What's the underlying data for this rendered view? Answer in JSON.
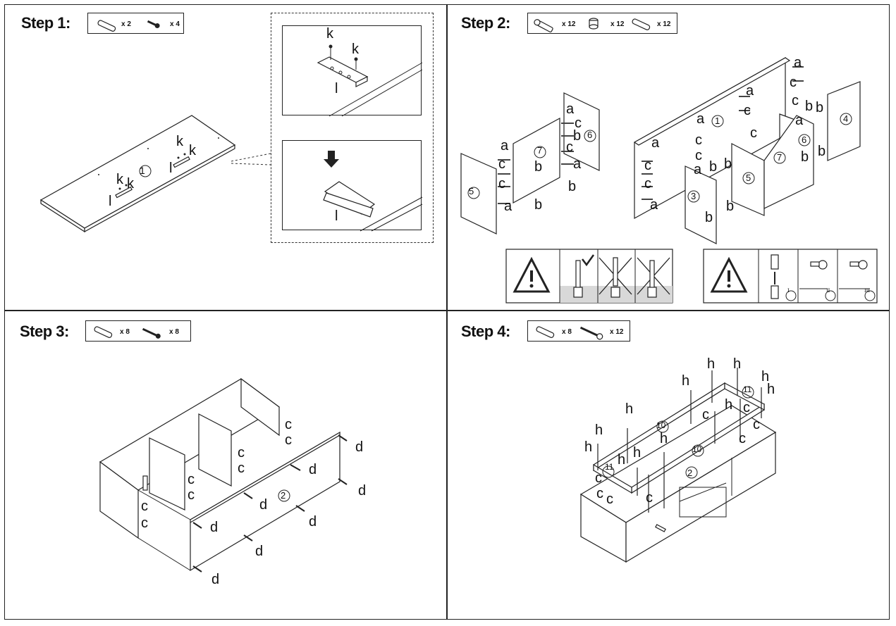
{
  "steps": [
    {
      "title": "Step 1:",
      "parts": [
        {
          "icon": "dowel-icon",
          "qty": "x 2"
        },
        {
          "icon": "screw-icon",
          "qty": "x 4"
        }
      ]
    },
    {
      "title": "Step 2:",
      "parts": [
        {
          "icon": "cam-bolt-icon",
          "qty": "x 12"
        },
        {
          "icon": "cam-lock-icon",
          "qty": "x 12"
        },
        {
          "icon": "dowel-icon",
          "qty": "x 12"
        }
      ]
    },
    {
      "title": "Step 3:",
      "parts": [
        {
          "icon": "dowel-icon",
          "qty": "x 8"
        },
        {
          "icon": "screw-icon",
          "qty": "x 8"
        }
      ]
    },
    {
      "title": "Step 4:",
      "parts": [
        {
          "icon": "dowel-icon",
          "qty": "x 8"
        },
        {
          "icon": "long-screw-icon",
          "qty": "x 12"
        }
      ]
    }
  ],
  "labels": {
    "a": "a",
    "b": "b",
    "c": "c",
    "d": "d",
    "h": "h",
    "k": "k",
    "l": "l"
  },
  "panels": {
    "p1": "1",
    "p2": "2",
    "p3": "3",
    "p4": "4",
    "p5": "5",
    "p6": "6",
    "p7": "7",
    "p10": "10",
    "p11": "11"
  },
  "roman": {
    "i": "I",
    "ii": "II",
    "iii": "III"
  },
  "colors": {
    "line": "#222222",
    "floor": "#d8d8d8",
    "warning_fill": "#ffffff"
  }
}
